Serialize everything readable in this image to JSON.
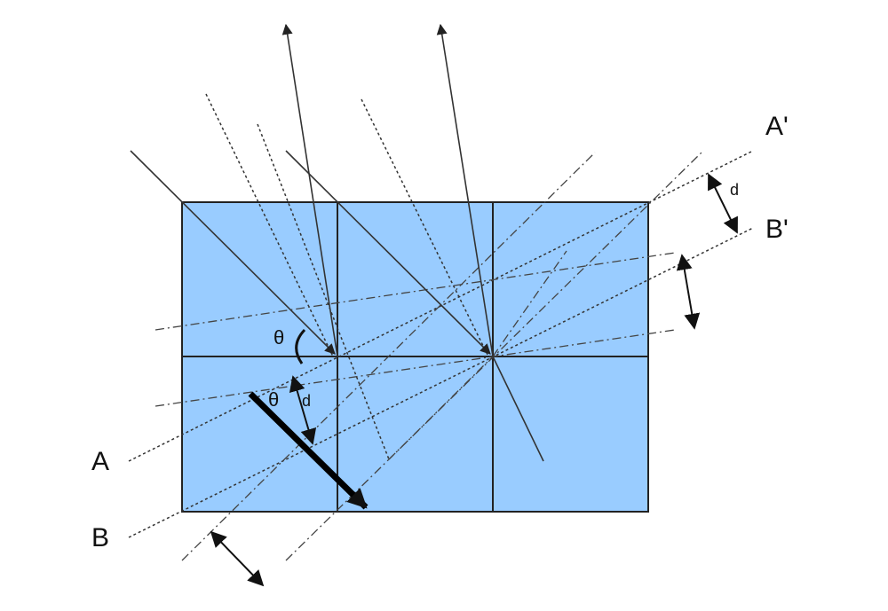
{
  "colors": {
    "background": "#ffffff",
    "crystal_fill": "#99ccff",
    "line": "#222222"
  },
  "labels": {
    "plane_a": "A",
    "plane_b": "B",
    "plane_a_prime": "A'",
    "plane_b_prime": "B'",
    "theta_incident": "θ",
    "theta_inner": "θ",
    "d_inner": "d",
    "d_right": "d"
  }
}
